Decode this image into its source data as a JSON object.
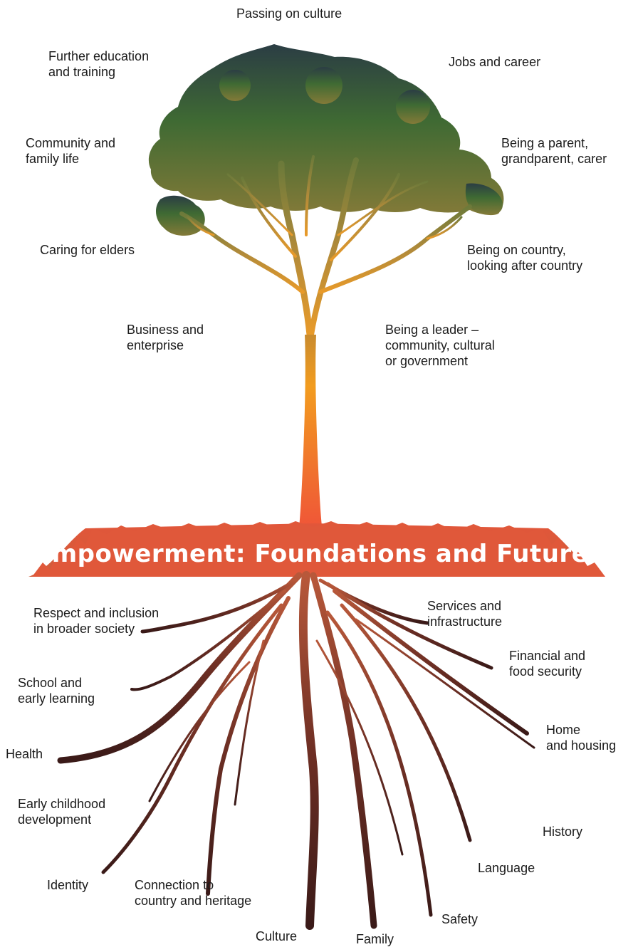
{
  "title": "Empowerment: Foundations and Futures",
  "colors": {
    "canopy_top": "#2b3d44",
    "canopy_mid": "#3f6a33",
    "canopy_low": "#7c7a3a",
    "trunk_top": "#c98b2e",
    "trunk_mid": "#f29c1f",
    "trunk_bottom": "#ef5a3c",
    "ground": "#d85a3a",
    "roots_top": "#b8583a",
    "roots_bottom": "#3a1a18",
    "label": "#1b1b1b"
  },
  "tree_labels": [
    {
      "key": "passing-on-culture",
      "text": "Passing on culture"
    },
    {
      "key": "further-education",
      "text": "Further education\nand training"
    },
    {
      "key": "jobs-and-career",
      "text": "Jobs and career"
    },
    {
      "key": "community-family-life",
      "text": "Community and\nfamily life"
    },
    {
      "key": "being-a-parent",
      "text": "Being a parent,\ngrandparent, carer"
    },
    {
      "key": "caring-for-elders",
      "text": "Caring for elders"
    },
    {
      "key": "being-on-country",
      "text": "Being on country,\nlooking after country"
    },
    {
      "key": "business-enterprise",
      "text": "Business and\nenterprise"
    },
    {
      "key": "being-a-leader",
      "text": "Being a leader –\ncommunity, cultural\nor government"
    }
  ],
  "root_labels": [
    {
      "key": "respect-inclusion",
      "text": "Respect and inclusion\nin broader society"
    },
    {
      "key": "services-infrastructure",
      "text": "Services and\ninfrastructure"
    },
    {
      "key": "financial-food",
      "text": "Financial and\nfood security"
    },
    {
      "key": "school-early-learning",
      "text": "School and\nearly learning"
    },
    {
      "key": "health",
      "text": "Health"
    },
    {
      "key": "home-housing",
      "text": "Home\nand housing"
    },
    {
      "key": "early-childhood",
      "text": "Early childhood\ndevelopment"
    },
    {
      "key": "history",
      "text": "History"
    },
    {
      "key": "language",
      "text": "Language"
    },
    {
      "key": "identity",
      "text": "Identity"
    },
    {
      "key": "connection-country",
      "text": "Connection to\ncountry and heritage"
    },
    {
      "key": "safety",
      "text": "Safety"
    },
    {
      "key": "culture",
      "text": "Culture"
    },
    {
      "key": "family",
      "text": "Family"
    }
  ]
}
